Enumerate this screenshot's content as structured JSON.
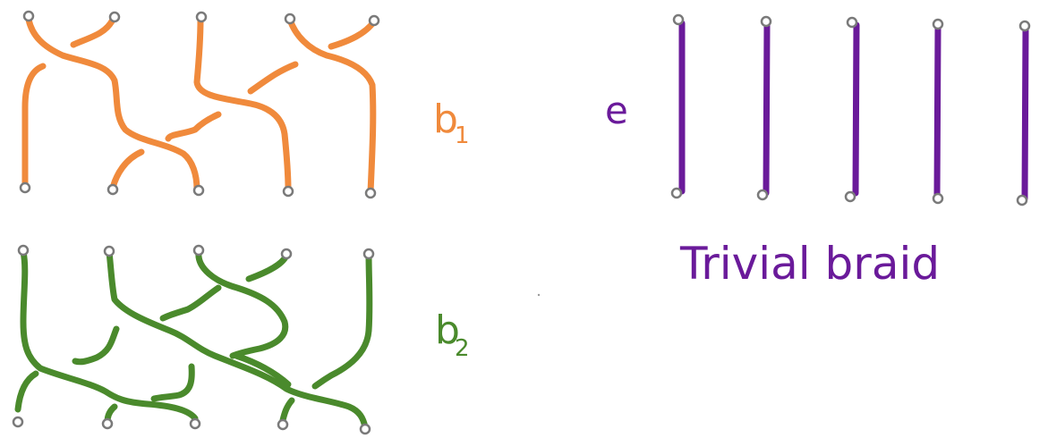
{
  "labels": {
    "b1": "b",
    "b1_sub": "1",
    "b2": "b",
    "b2_sub": "2",
    "e": "e",
    "trivial": "Trivial braid"
  },
  "colors": {
    "b1": "#f08a3c",
    "b2": "#4a8a2c",
    "e": "#6a1a9a",
    "node": "#7a7a7a"
  },
  "braids": {
    "b1": {
      "strands": 5
    },
    "b2": {
      "strands": 5
    },
    "e": {
      "strands": 5
    }
  }
}
